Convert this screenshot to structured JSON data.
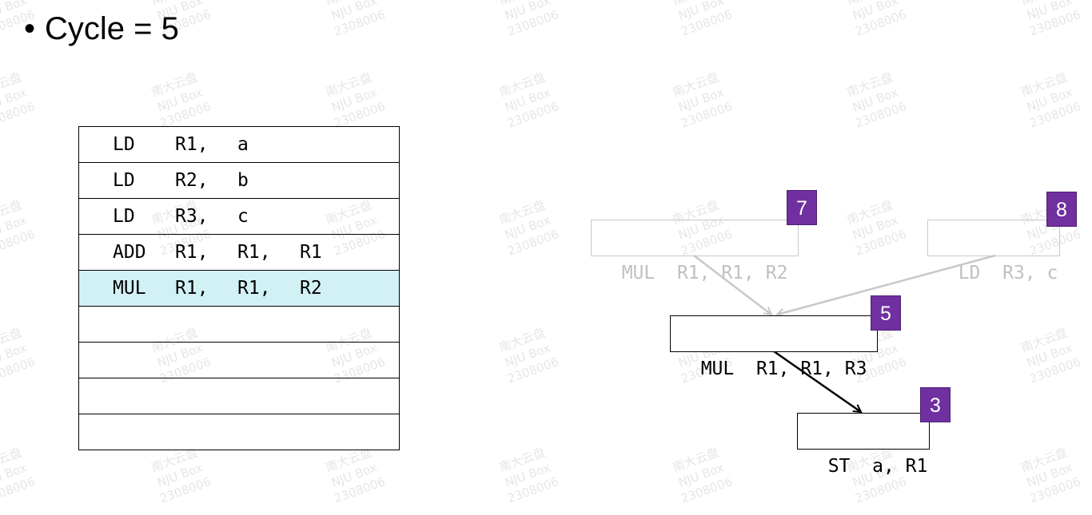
{
  "title": {
    "bullet": "•",
    "text": "Cycle = 5"
  },
  "watermark": {
    "line1": "南大云盘",
    "line2": "NJU Box",
    "line3": "2308006"
  },
  "schedule": {
    "rows": [
      {
        "op": "LD",
        "args": [
          "R1,",
          "a"
        ]
      },
      {
        "op": "LD",
        "args": [
          "R2,",
          "b"
        ]
      },
      {
        "op": "LD",
        "args": [
          "R3,",
          "c"
        ]
      },
      {
        "op": "ADD",
        "args": [
          "R1,",
          "R1,",
          "R1"
        ]
      },
      {
        "op": "MUL",
        "args": [
          "R1,",
          "R1,",
          "R2"
        ],
        "highlighted": true
      },
      {
        "op": "",
        "args": []
      },
      {
        "op": "",
        "args": []
      },
      {
        "op": "",
        "args": []
      },
      {
        "op": "",
        "args": []
      }
    ],
    "highlight_color": "#d2f1f5"
  },
  "graph": {
    "nodes": [
      {
        "id": "n1",
        "label": "MUL  R1, R1, R2",
        "priority": "7",
        "state": "done"
      },
      {
        "id": "n2",
        "label": "LD  R3, c",
        "priority": "8",
        "state": "done"
      },
      {
        "id": "n3",
        "label": "MUL  R1, R1, R3",
        "priority": "5",
        "state": "ready"
      },
      {
        "id": "n4",
        "label": "ST  a, R1",
        "priority": "3",
        "state": "pending"
      }
    ],
    "edges": [
      {
        "from": "n1",
        "to": "n3",
        "state": "done"
      },
      {
        "from": "n2",
        "to": "n3",
        "state": "done"
      },
      {
        "from": "n3",
        "to": "n4",
        "state": "active"
      }
    ],
    "colors": {
      "badge": "#7030a0",
      "faded": "#c8c8c8",
      "active": "#000000"
    }
  }
}
